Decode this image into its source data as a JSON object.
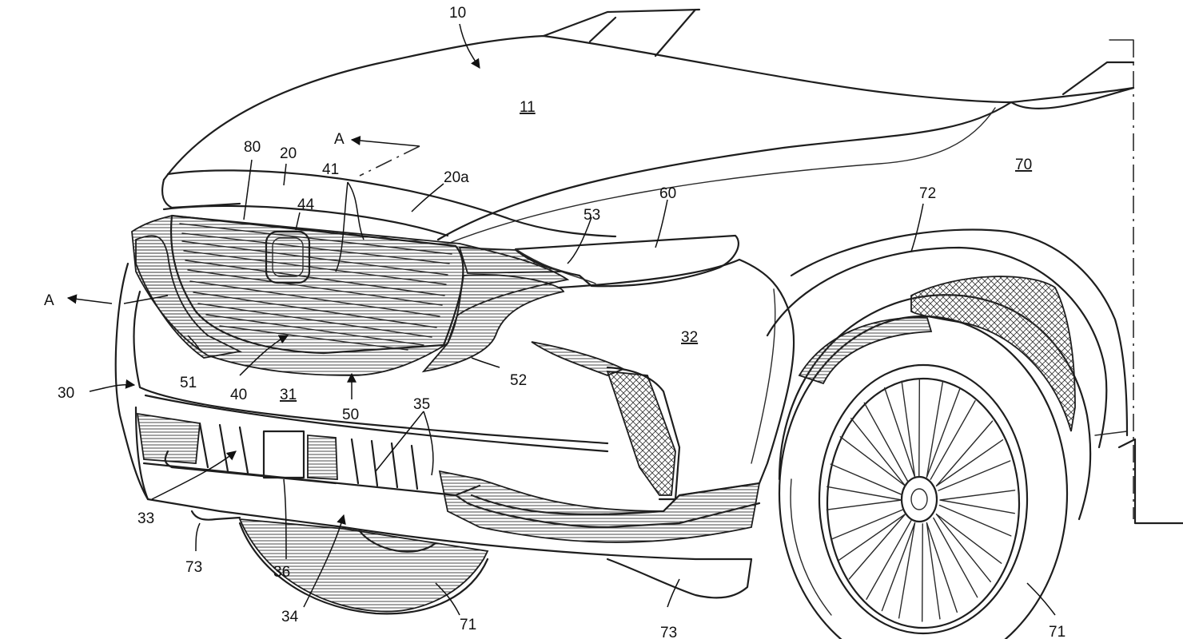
{
  "labels": {
    "l10": "10",
    "l11": "11",
    "l20": "20",
    "l20a": "20a",
    "l30": "30",
    "l31": "31",
    "l32": "32",
    "l33": "33",
    "l34": "34",
    "l35": "35",
    "l36": "36",
    "l40": "40",
    "l41": "41",
    "l44": "44",
    "l50": "50",
    "l51": "51",
    "l52": "52",
    "l53": "53",
    "l60": "60",
    "l70": "70",
    "l71a": "71",
    "l71b": "71",
    "l72": "72",
    "l73a": "73",
    "l73b": "73",
    "l80": "80",
    "sectionA1": "A",
    "sectionA2": "A"
  },
  "colors": {
    "ink": "#1e1e1e",
    "paper": "#ffffff"
  }
}
